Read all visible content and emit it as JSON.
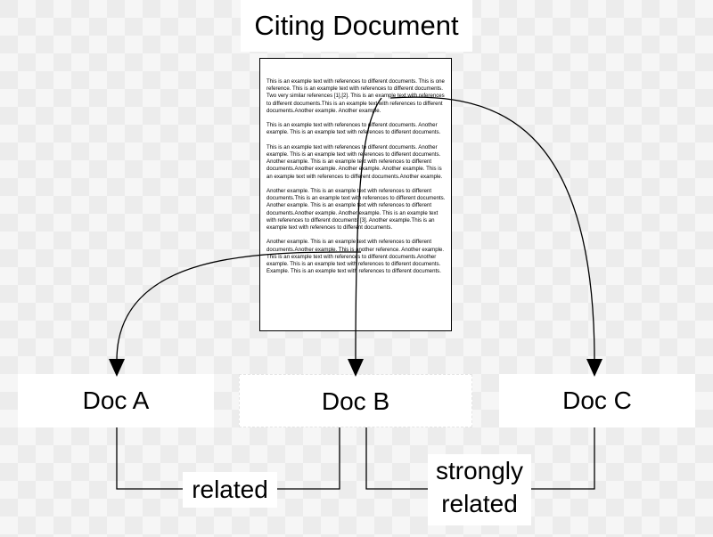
{
  "title": "Citing Document",
  "document": {
    "paragraphs": [
      "This is an example text with references to different documents. This is one reference. This is an example text with references to different documents. Two very similar references [1],[2]. This is an example text with references to different documents.This is an example text with references to different documents.Another example. Another example.",
      "This is an example text with references to different documents. Another example. This is an example text with references to different documents.",
      "This is an example text with references to different documents. Another example. This is an example text with references to different documents. Another example. This is an example text with references to different documents.Another example. Another example. Another example. This is an example text with references to different documents.Another example.",
      "Another example. This is an example text with references to different documents.This is an example text with references to different documents. Another example. This is an example text with references to different documents.Another example. Another example. This is an example text with references to different documents [3]. Another example.This is an example text with references to different documents.",
      "Another example. This is an example text with references to different documents.Another example. This is another reference. Another example. This is an example text with references to different documents.Another example. This is an example text with references to different documents. Example. This is an example text with references to different documents."
    ]
  },
  "nodes": {
    "doc_a": "Doc A",
    "doc_b": "Doc B",
    "doc_c": "Doc C"
  },
  "relations": {
    "ab": "related",
    "bc_line1": "strongly",
    "bc_line2": "related"
  }
}
